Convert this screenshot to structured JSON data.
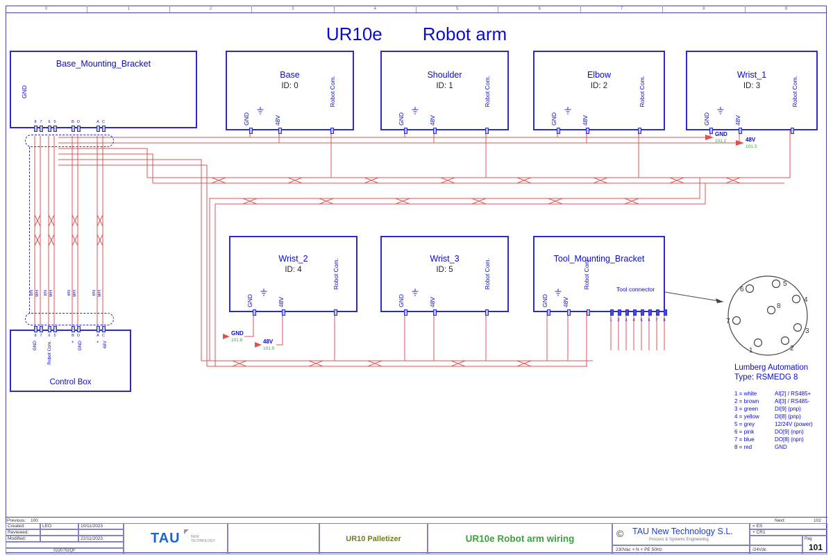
{
  "title": {
    "part1": "UR10e",
    "part2": "Robot arm"
  },
  "ruler": [
    "0",
    "1",
    "2",
    "3",
    "4",
    "5",
    "6",
    "7",
    "8",
    "9"
  ],
  "blocks": {
    "bracket": {
      "title": "Base_Mounting_Bracket",
      "gnd": "GND",
      "pins": [
        "8",
        "7",
        "6",
        "5",
        "B",
        "D",
        "A",
        "C"
      ]
    },
    "base": {
      "title": "Base",
      "id": "ID: 0",
      "gnd": "GND",
      "v48": "48V",
      "com": "Robot Com."
    },
    "shoulder": {
      "title": "Shoulder",
      "id": "ID: 1",
      "gnd": "GND",
      "v48": "48V",
      "com": "Robot Com."
    },
    "elbow": {
      "title": "Elbow",
      "id": "ID: 2",
      "gnd": "GND",
      "v48": "48V",
      "com": "Robot Com."
    },
    "wrist1": {
      "title": "Wrist_1",
      "id": "ID: 3",
      "gnd": "GND",
      "v48": "48V",
      "com": "Robot Com."
    },
    "wrist2": {
      "title": "Wrist_2",
      "id": "ID: 4",
      "gnd": "GND",
      "v48": "48V",
      "com": "Robot Com."
    },
    "wrist3": {
      "title": "Wrist_3",
      "id": "ID: 5",
      "gnd": "GND",
      "v48": "48V",
      "com": "Robot Com."
    },
    "tool": {
      "title": "Tool_Mounting_Bracket",
      "gnd": "GND",
      "v48": "48V",
      "com": "Robot Com.",
      "connector_label": "Tool connector",
      "pins": [
        "1",
        "2",
        "3",
        "4",
        "5",
        "6",
        "7",
        "8"
      ]
    },
    "control": {
      "title": "Control Box",
      "pins": [
        "8",
        "7",
        "6",
        "5",
        "B",
        "D",
        "A",
        "C"
      ],
      "labels": [
        "GND",
        "Robot Com.",
        "+",
        "GND",
        "+",
        "48V"
      ]
    }
  },
  "wire_marks": {
    "bn": "BN",
    "wh": "WH"
  },
  "offpage": {
    "gnd1": {
      "label": "GND",
      "ref": "101.2"
    },
    "v48_1": {
      "label": "48V",
      "ref": "101.3"
    },
    "gnd2": {
      "label": "GND",
      "ref": "101.8"
    },
    "v48_2": {
      "label": "48V",
      "ref": "101.9"
    }
  },
  "connector": {
    "line1": "Lumberg Automation",
    "line2": "Type: RSMEDG 8",
    "pins": [
      "1",
      "2",
      "3",
      "4",
      "5",
      "6",
      "7",
      "8"
    ],
    "legend": [
      {
        "pin": "1 = white",
        "func": "AI[2] / RS485+"
      },
      {
        "pin": "2 = brown",
        "func": "AI[3] / RS485-"
      },
      {
        "pin": "3 = green",
        "func": "DI[9] (pnp)"
      },
      {
        "pin": "4 = yellow",
        "func": "DI[8] (pnp)"
      },
      {
        "pin": "5 = grey",
        "func": "12/24V (power)"
      },
      {
        "pin": "6 = pink",
        "func": "DO[9] (npn)"
      },
      {
        "pin": "7 = blue",
        "func": "DO[8] (npn)"
      },
      {
        "pin": "8 = red",
        "func": "GND"
      }
    ]
  },
  "titleblock": {
    "prev_label": "Previous:",
    "prev_value": "100",
    "next_label": "Next:",
    "next_value": "102",
    "created_label": "Created:",
    "created_by": "LEO",
    "created_date": "10/11/2023",
    "reviewed_label": "Reviewed:",
    "modified_label": "Modified:",
    "modified_date": "22/11/2023",
    "doc_number": "0220702QF",
    "logo_text": "TAU",
    "logo_sub1": "NEW",
    "logo_sub2": "TECHNOLOGY",
    "project": "UR10 Palletizer",
    "drawing_title": "UR10e Robot arm wiring",
    "copyright": "©",
    "company": "TAU New Technology S.L.",
    "company_sub": "Process & Systems Engineering",
    "loc_es": "= ES",
    "loc_cr": "+ CR1",
    "mains": "230Vac + N + PE 50Hz",
    "vdc": "/24Vdc",
    "pag_label": "Pag",
    "page": "101"
  },
  "colors": {
    "wire": "#e05050",
    "block_border": "#2929c8",
    "text_blue": "#0000cc",
    "ref_green": "#3f9e3f"
  }
}
